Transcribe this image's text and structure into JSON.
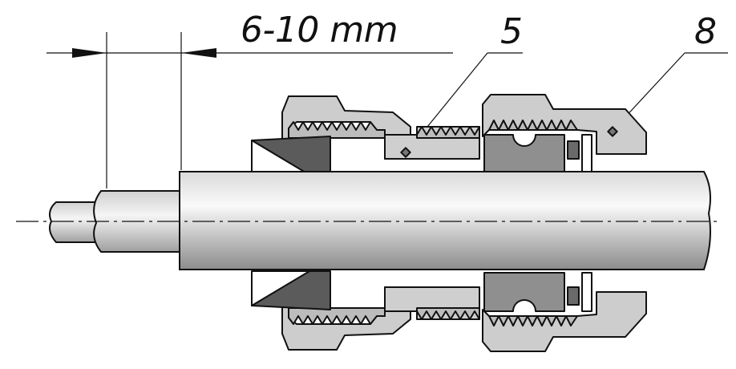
{
  "diagram": {
    "dimension": {
      "text": "6-10 mm"
    },
    "callouts": [
      {
        "id": "5",
        "text": "5"
      },
      {
        "id": "8",
        "text": "8"
      }
    ],
    "colors": {
      "line": "#111111",
      "body_light": "#cfcfcf",
      "body_mid": "#b8b8b8",
      "insert_dark": "#555555",
      "seal": "#8e8e8e",
      "cable_light": "#f2f2f2",
      "cable_shade": "#9a9a9a"
    }
  }
}
